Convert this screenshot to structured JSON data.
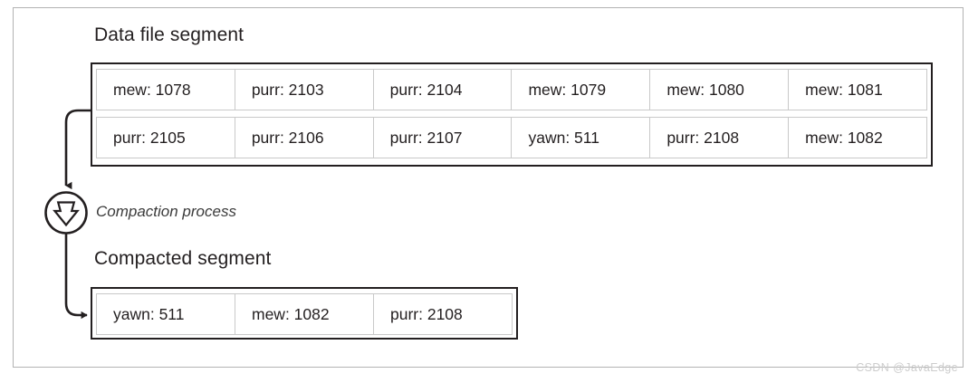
{
  "diagram": {
    "sections": {
      "data_file": {
        "title": "Data file segment",
        "rows": [
          [
            "mew: 1078",
            "purr: 2103",
            "purr: 2104",
            "mew: 1079",
            "mew: 1080",
            "mew: 1081"
          ],
          [
            "purr: 2105",
            "purr: 2106",
            "purr: 2107",
            "yawn: 511",
            "purr: 2108",
            "mew: 1082"
          ]
        ]
      },
      "compacted": {
        "title": "Compacted segment",
        "rows": [
          [
            "yawn: 511",
            "mew: 1082",
            "purr: 2108"
          ]
        ]
      }
    },
    "process": {
      "label": "Compaction process",
      "icon": "down-arrow-in-circle"
    },
    "watermark": "CSDN @JavaEdge",
    "colors": {
      "line": "#231f20",
      "cell_border": "#c9c9c9",
      "frame": "#b3b3b3",
      "text": "#231f20",
      "watermark": "#cdcdcd"
    }
  }
}
